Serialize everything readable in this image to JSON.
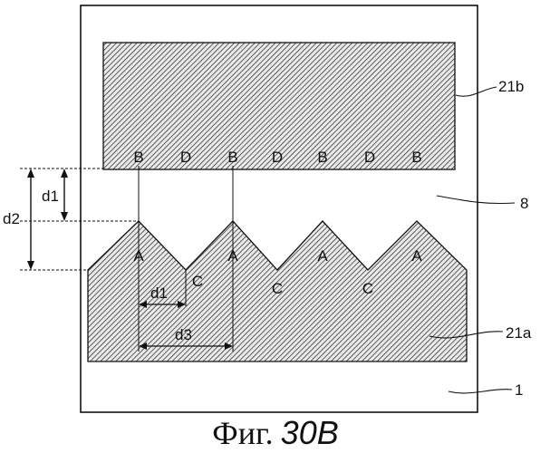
{
  "figure": {
    "caption_prefix": "Фиг.",
    "caption_number": "30B"
  },
  "points": {
    "top_row": [
      "B",
      "D",
      "B",
      "D",
      "B",
      "D",
      "B"
    ],
    "peaks": [
      "A",
      "A",
      "A",
      "A"
    ],
    "valleys": [
      "C",
      "C",
      "C"
    ]
  },
  "dimensions": {
    "d1_left": "d1",
    "d2": "d2",
    "d1_bottom": "d1",
    "d3": "d3"
  },
  "reference_labels": {
    "upper_electrode": "21b",
    "gap": "8",
    "lower_electrode": "21a",
    "substrate": "1"
  }
}
